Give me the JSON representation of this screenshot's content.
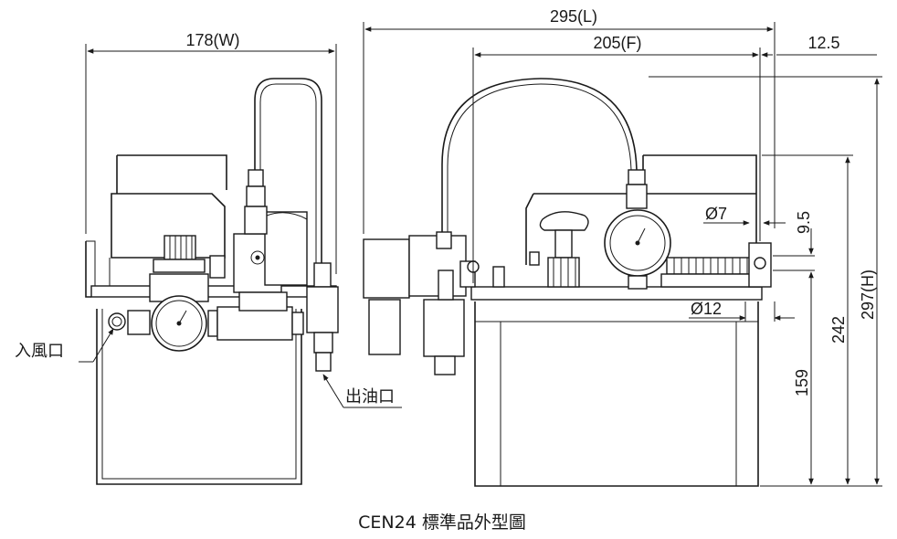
{
  "dimensions": {
    "width": "178(W)",
    "length": "295(L)",
    "front": "205(F)",
    "offset": "12.5",
    "phi7": "Ø7",
    "gap": "9.5",
    "phi12": "Ø12",
    "height": "297(H)",
    "h242": "242",
    "h159": "159"
  },
  "labels": {
    "air_inlet": "入風口",
    "oil_outlet": "出油口"
  },
  "caption": "CEN24 標準品外型圖"
}
